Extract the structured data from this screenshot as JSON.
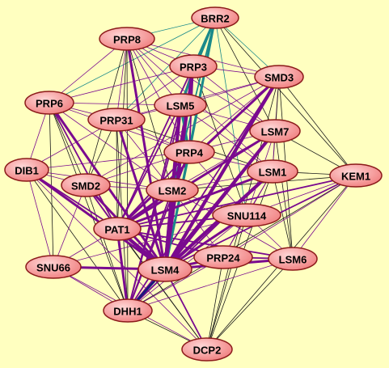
{
  "colors": {
    "background": "#ffffc0",
    "node_fill_light": "#ffd6d6",
    "node_fill_dark": "#f07f7f",
    "node_border": "#8b1a1a",
    "edge_purple": "#7a0a8f",
    "edge_dark": "#1a1a1a",
    "edge_teal": "#1a8a8a",
    "edge_navy": "#1a1a7a"
  },
  "nodes": [
    {
      "id": "BRR2",
      "label": "BRR2"
    },
    {
      "id": "PRP8",
      "label": "PRP8"
    },
    {
      "id": "PRP3",
      "label": "PRP3"
    },
    {
      "id": "SMD3",
      "label": "SMD3"
    },
    {
      "id": "PRP6",
      "label": "PRP6"
    },
    {
      "id": "LSM5",
      "label": "LSM5"
    },
    {
      "id": "PRP31",
      "label": "PRP31"
    },
    {
      "id": "LSM7",
      "label": "LSM7"
    },
    {
      "id": "PRP4",
      "label": "PRP4"
    },
    {
      "id": "DIB1",
      "label": "DIB1"
    },
    {
      "id": "LSM1",
      "label": "LSM1"
    },
    {
      "id": "KEM1",
      "label": "KEM1"
    },
    {
      "id": "SMD2",
      "label": "SMD2"
    },
    {
      "id": "LSM2",
      "label": "LSM2"
    },
    {
      "id": "SNU114",
      "label": "SNU114"
    },
    {
      "id": "PAT1",
      "label": "PAT1"
    },
    {
      "id": "SNU66",
      "label": "SNU66"
    },
    {
      "id": "LSM4",
      "label": "LSM4"
    },
    {
      "id": "PRP24",
      "label": "PRP24"
    },
    {
      "id": "LSM6",
      "label": "LSM6"
    },
    {
      "id": "DHH1",
      "label": "DHH1"
    },
    {
      "id": "DCP2",
      "label": "DCP2"
    }
  ],
  "edges": [
    {
      "source": "BRR2",
      "target": "PRP8",
      "color": "teal",
      "weight": 1
    },
    {
      "source": "BRR2",
      "target": "PRP3",
      "color": "teal",
      "weight": 2
    },
    {
      "source": "BRR2",
      "target": "SMD3",
      "color": "teal",
      "weight": 1
    },
    {
      "source": "BRR2",
      "target": "LSM5",
      "color": "teal",
      "weight": 3
    },
    {
      "source": "BRR2",
      "target": "PRP4",
      "color": "teal",
      "weight": 3
    },
    {
      "source": "BRR2",
      "target": "LSM4",
      "color": "teal",
      "weight": 2
    },
    {
      "source": "BRR2",
      "target": "PRP6",
      "color": "teal",
      "weight": 1
    },
    {
      "source": "BRR2",
      "target": "PRP31",
      "color": "teal",
      "weight": 1
    },
    {
      "source": "BRR2",
      "target": "LSM7",
      "color": "dark",
      "weight": 1
    },
    {
      "source": "BRR2",
      "target": "LSM2",
      "color": "teal",
      "weight": 2
    },
    {
      "source": "BRR2",
      "target": "KEM1",
      "color": "dark",
      "weight": 1
    },
    {
      "source": "BRR2",
      "target": "SNU114",
      "color": "teal",
      "weight": 1
    },
    {
      "source": "PRP8",
      "target": "PRP3",
      "color": "purple",
      "weight": 1
    },
    {
      "source": "PRP8",
      "target": "SMD3",
      "color": "purple",
      "weight": 1
    },
    {
      "source": "PRP8",
      "target": "LSM5",
      "color": "purple",
      "weight": 1
    },
    {
      "source": "PRP8",
      "target": "PRP31",
      "color": "purple",
      "weight": 1
    },
    {
      "source": "PRP8",
      "target": "PRP4",
      "color": "purple",
      "weight": 1
    },
    {
      "source": "PRP8",
      "target": "LSM4",
      "color": "purple",
      "weight": 3
    },
    {
      "source": "PRP8",
      "target": "LSM7",
      "color": "purple",
      "weight": 1
    },
    {
      "source": "PRP8",
      "target": "LSM2",
      "color": "dark",
      "weight": 1
    },
    {
      "source": "PRP8",
      "target": "SMD2",
      "color": "dark",
      "weight": 1
    },
    {
      "source": "PRP8",
      "target": "PAT1",
      "color": "dark",
      "weight": 1
    },
    {
      "source": "PRP8",
      "target": "DHH1",
      "color": "dark",
      "weight": 1
    },
    {
      "source": "PRP8",
      "target": "PRP6",
      "color": "purple",
      "weight": 1
    },
    {
      "source": "PRP8",
      "target": "LSM1",
      "color": "purple",
      "weight": 1
    },
    {
      "source": "PRP3",
      "target": "SMD3",
      "color": "purple",
      "weight": 1
    },
    {
      "source": "PRP3",
      "target": "LSM5",
      "color": "purple",
      "weight": 1
    },
    {
      "source": "PRP3",
      "target": "PRP31",
      "color": "purple",
      "weight": 1
    },
    {
      "source": "PRP3",
      "target": "PRP4",
      "color": "purple",
      "weight": 2
    },
    {
      "source": "PRP3",
      "target": "LSM4",
      "color": "purple",
      "weight": 4
    },
    {
      "source": "PRP3",
      "target": "LSM2",
      "color": "purple",
      "weight": 2
    },
    {
      "source": "PRP3",
      "target": "PAT1",
      "color": "purple",
      "weight": 2
    },
    {
      "source": "PRP3",
      "target": "DHH1",
      "color": "purple",
      "weight": 2
    },
    {
      "source": "PRP3",
      "target": "LSM7",
      "color": "purple",
      "weight": 1
    },
    {
      "source": "PRP3",
      "target": "PRP6",
      "color": "purple",
      "weight": 1
    },
    {
      "source": "PRP3",
      "target": "SNU114",
      "color": "dark",
      "weight": 1
    },
    {
      "source": "SMD3",
      "target": "LSM4",
      "color": "purple",
      "weight": 4
    },
    {
      "source": "SMD3",
      "target": "PAT1",
      "color": "purple",
      "weight": 3
    },
    {
      "source": "SMD3",
      "target": "LSM7",
      "color": "purple",
      "weight": 1
    },
    {
      "source": "SMD3",
      "target": "KEM1",
      "color": "dark",
      "weight": 1
    },
    {
      "source": "SMD3",
      "target": "LSM5",
      "color": "purple",
      "weight": 1
    },
    {
      "source": "SMD3",
      "target": "PRP31",
      "color": "purple",
      "weight": 1
    },
    {
      "source": "SMD3",
      "target": "PRP4",
      "color": "purple",
      "weight": 1
    },
    {
      "source": "SMD3",
      "target": "DHH1",
      "color": "purple",
      "weight": 2
    },
    {
      "source": "SMD3",
      "target": "LSM1",
      "color": "dark",
      "weight": 1
    },
    {
      "source": "SMD3",
      "target": "SMD2",
      "color": "purple",
      "weight": 1
    },
    {
      "source": "SMD3",
      "target": "LSM6",
      "color": "dark",
      "weight": 1
    },
    {
      "source": "SMD3",
      "target": "DCP2",
      "color": "dark",
      "weight": 1
    },
    {
      "source": "PRP6",
      "target": "PRP31",
      "color": "purple",
      "weight": 1
    },
    {
      "source": "PRP6",
      "target": "LSM4",
      "color": "purple",
      "weight": 3
    },
    {
      "source": "PRP6",
      "target": "PAT1",
      "color": "purple",
      "weight": 2
    },
    {
      "source": "PRP6",
      "target": "SMD2",
      "color": "dark",
      "weight": 1
    },
    {
      "source": "PRP6",
      "target": "DHH1",
      "color": "dark",
      "weight": 1
    },
    {
      "source": "PRP6",
      "target": "DIB1",
      "color": "purple",
      "weight": 1
    },
    {
      "source": "PRP6",
      "target": "LSM5",
      "color": "purple",
      "weight": 1
    },
    {
      "source": "PRP6",
      "target": "PRP4",
      "color": "purple",
      "weight": 1
    },
    {
      "source": "PRP6",
      "target": "SNU66",
      "color": "dark",
      "weight": 1
    },
    {
      "source": "PRP6",
      "target": "LSM2",
      "color": "purple",
      "weight": 1
    },
    {
      "source": "LSM5",
      "target": "LSM4",
      "color": "purple",
      "weight": 4
    },
    {
      "source": "LSM5",
      "target": "PRP4",
      "color": "teal",
      "weight": 3
    },
    {
      "source": "LSM5",
      "target": "LSM2",
      "color": "purple",
      "weight": 2
    },
    {
      "source": "LSM5",
      "target": "LSM7",
      "color": "purple",
      "weight": 1
    },
    {
      "source": "LSM5",
      "target": "PAT1",
      "color": "purple",
      "weight": 2
    },
    {
      "source": "LSM5",
      "target": "DHH1",
      "color": "purple",
      "weight": 2
    },
    {
      "source": "LSM5",
      "target": "LSM1",
      "color": "purple",
      "weight": 1
    },
    {
      "source": "LSM5",
      "target": "PRP31",
      "color": "purple",
      "weight": 1
    },
    {
      "source": "PRP31",
      "target": "PRP4",
      "color": "purple",
      "weight": 1
    },
    {
      "source": "PRP31",
      "target": "LSM4",
      "color": "purple",
      "weight": 3
    },
    {
      "source": "PRP31",
      "target": "SMD2",
      "color": "dark",
      "weight": 1
    },
    {
      "source": "PRP31",
      "target": "PAT1",
      "color": "dark",
      "weight": 1
    },
    {
      "source": "PRP31",
      "target": "DHH1",
      "color": "dark",
      "weight": 1
    },
    {
      "source": "PRP31",
      "target": "DIB1",
      "color": "purple",
      "weight": 1
    },
    {
      "source": "PRP31",
      "target": "LSM2",
      "color": "purple",
      "weight": 1
    },
    {
      "source": "PRP31",
      "target": "LSM1",
      "color": "dark",
      "weight": 1
    },
    {
      "source": "LSM7",
      "target": "LSM4",
      "color": "purple",
      "weight": 4
    },
    {
      "source": "LSM7",
      "target": "PAT1",
      "color": "purple",
      "weight": 3
    },
    {
      "source": "LSM7",
      "target": "PRP4",
      "color": "purple",
      "weight": 1
    },
    {
      "source": "LSM7",
      "target": "LSM1",
      "color": "purple",
      "weight": 1
    },
    {
      "source": "LSM7",
      "target": "KEM1",
      "color": "dark",
      "weight": 1
    },
    {
      "source": "LSM7",
      "target": "DHH1",
      "color": "purple",
      "weight": 2
    },
    {
      "source": "LSM7",
      "target": "LSM6",
      "color": "dark",
      "weight": 1
    },
    {
      "source": "LSM7",
      "target": "SNU114",
      "color": "purple",
      "weight": 1
    },
    {
      "source": "LSM7",
      "target": "LSM2",
      "color": "purple",
      "weight": 1
    },
    {
      "source": "PRP4",
      "target": "LSM4",
      "color": "teal",
      "weight": 3
    },
    {
      "source": "PRP4",
      "target": "LSM2",
      "color": "purple",
      "weight": 2
    },
    {
      "source": "PRP4",
      "target": "PAT1",
      "color": "purple",
      "weight": 2
    },
    {
      "source": "PRP4",
      "target": "SMD2",
      "color": "purple",
      "weight": 1
    },
    {
      "source": "PRP4",
      "target": "DHH1",
      "color": "purple",
      "weight": 2
    },
    {
      "source": "PRP4",
      "target": "LSM1",
      "color": "purple",
      "weight": 1
    },
    {
      "source": "PRP4",
      "target": "SNU114",
      "color": "purple",
      "weight": 1
    },
    {
      "source": "PRP4",
      "target": "DIB1",
      "color": "purple",
      "weight": 1
    },
    {
      "source": "DIB1",
      "target": "SMD2",
      "color": "purple",
      "weight": 1
    },
    {
      "source": "DIB1",
      "target": "LSM4",
      "color": "purple",
      "weight": 3
    },
    {
      "source": "DIB1",
      "target": "PAT1",
      "color": "purple",
      "weight": 2
    },
    {
      "source": "DIB1",
      "target": "SNU66",
      "color": "purple",
      "weight": 1
    },
    {
      "source": "DIB1",
      "target": "DHH1",
      "color": "dark",
      "weight": 1
    },
    {
      "source": "DIB1",
      "target": "LSM2",
      "color": "purple",
      "weight": 1
    },
    {
      "source": "DIB1",
      "target": "DCP2",
      "color": "purple",
      "weight": 1
    },
    {
      "source": "LSM1",
      "target": "LSM4",
      "color": "purple",
      "weight": 4
    },
    {
      "source": "LSM1",
      "target": "PAT1",
      "color": "purple",
      "weight": 3
    },
    {
      "source": "LSM1",
      "target": "SNU114",
      "color": "purple",
      "weight": 1
    },
    {
      "source": "LSM1",
      "target": "LSM2",
      "color": "purple",
      "weight": 1
    },
    {
      "source": "LSM1",
      "target": "DHH1",
      "color": "purple",
      "weight": 2
    },
    {
      "source": "LSM1",
      "target": "KEM1",
      "color": "dark",
      "weight": 1
    },
    {
      "source": "LSM1",
      "target": "LSM6",
      "color": "dark",
      "weight": 1
    },
    {
      "source": "LSM1",
      "target": "PRP24",
      "color": "purple",
      "weight": 1
    },
    {
      "source": "LSM1",
      "target": "DCP2",
      "color": "dark",
      "weight": 1
    },
    {
      "source": "KEM1",
      "target": "LSM4",
      "color": "purple",
      "weight": 2
    },
    {
      "source": "KEM1",
      "target": "PAT1",
      "color": "purple",
      "weight": 2
    },
    {
      "source": "KEM1",
      "target": "SNU114",
      "color": "purple",
      "weight": 1
    },
    {
      "source": "KEM1",
      "target": "LSM6",
      "color": "purple",
      "weight": 1
    },
    {
      "source": "KEM1",
      "target": "DHH1",
      "color": "dark",
      "weight": 1
    },
    {
      "source": "KEM1",
      "target": "DCP2",
      "color": "dark",
      "weight": 1
    },
    {
      "source": "KEM1",
      "target": "PRP24",
      "color": "purple",
      "weight": 1
    },
    {
      "source": "KEM1",
      "target": "LSM2",
      "color": "dark",
      "weight": 1
    },
    {
      "source": "SMD2",
      "target": "LSM2",
      "color": "purple",
      "weight": 1
    },
    {
      "source": "SMD2",
      "target": "LSM4",
      "color": "purple",
      "weight": 3
    },
    {
      "source": "SMD2",
      "target": "PAT1",
      "color": "purple",
      "weight": 2
    },
    {
      "source": "SMD2",
      "target": "DHH1",
      "color": "dark",
      "weight": 1
    },
    {
      "source": "SMD2",
      "target": "SNU66",
      "color": "purple",
      "weight": 1
    },
    {
      "source": "SMD2",
      "target": "DCP2",
      "color": "dark",
      "weight": 1
    },
    {
      "source": "LSM2",
      "target": "LSM4",
      "color": "purple",
      "weight": 4
    },
    {
      "source": "LSM2",
      "target": "PAT1",
      "color": "purple",
      "weight": 3
    },
    {
      "source": "LSM2",
      "target": "SNU114",
      "color": "purple",
      "weight": 1
    },
    {
      "source": "LSM2",
      "target": "DHH1",
      "color": "purple",
      "weight": 2
    },
    {
      "source": "LSM2",
      "target": "PRP24",
      "color": "purple",
      "weight": 1
    },
    {
      "source": "LSM2",
      "target": "LSM6",
      "color": "purple",
      "weight": 1
    },
    {
      "source": "SNU114",
      "target": "LSM4",
      "color": "purple",
      "weight": 3
    },
    {
      "source": "SNU114",
      "target": "PAT1",
      "color": "purple",
      "weight": 2
    },
    {
      "source": "SNU114",
      "target": "PRP24",
      "color": "purple",
      "weight": 1
    },
    {
      "source": "SNU114",
      "target": "LSM6",
      "color": "purple",
      "weight": 1
    },
    {
      "source": "SNU114",
      "target": "DHH1",
      "color": "purple",
      "weight": 1
    },
    {
      "source": "SNU114",
      "target": "DCP2",
      "color": "dark",
      "weight": 1
    },
    {
      "source": "SNU114",
      "target": "SNU66",
      "color": "purple",
      "weight": 1
    },
    {
      "source": "PAT1",
      "target": "LSM4",
      "color": "purple",
      "weight": 4
    },
    {
      "source": "PAT1",
      "target": "DHH1",
      "color": "purple",
      "weight": 3
    },
    {
      "source": "PAT1",
      "target": "SNU66",
      "color": "purple",
      "weight": 1
    },
    {
      "source": "PAT1",
      "target": "PRP24",
      "color": "purple",
      "weight": 2
    },
    {
      "source": "PAT1",
      "target": "LSM6",
      "color": "purple",
      "weight": 2
    },
    {
      "source": "PAT1",
      "target": "DCP2",
      "color": "dark",
      "weight": 1
    },
    {
      "source": "SNU66",
      "target": "LSM4",
      "color": "purple",
      "weight": 3
    },
    {
      "source": "SNU66",
      "target": "DHH1",
      "color": "purple",
      "weight": 1
    },
    {
      "source": "SNU66",
      "target": "DCP2",
      "color": "purple",
      "weight": 1
    },
    {
      "source": "LSM4",
      "target": "PRP24",
      "color": "purple",
      "weight": 3
    },
    {
      "source": "LSM4",
      "target": "LSM6",
      "color": "purple",
      "weight": 3
    },
    {
      "source": "LSM4",
      "target": "DHH1",
      "color": "navy",
      "weight": 3
    },
    {
      "source": "LSM4",
      "target": "DCP2",
      "color": "purple",
      "weight": 2
    },
    {
      "source": "PRP24",
      "target": "LSM6",
      "color": "purple",
      "weight": 2
    },
    {
      "source": "PRP24",
      "target": "DHH1",
      "color": "purple",
      "weight": 1
    },
    {
      "source": "PRP24",
      "target": "DCP2",
      "color": "dark",
      "weight": 1
    },
    {
      "source": "LSM6",
      "target": "DHH1",
      "color": "purple",
      "weight": 1
    },
    {
      "source": "LSM6",
      "target": "DCP2",
      "color": "dark",
      "weight": 1
    },
    {
      "source": "DHH1",
      "target": "DCP2",
      "color": "dark",
      "weight": 1
    }
  ]
}
